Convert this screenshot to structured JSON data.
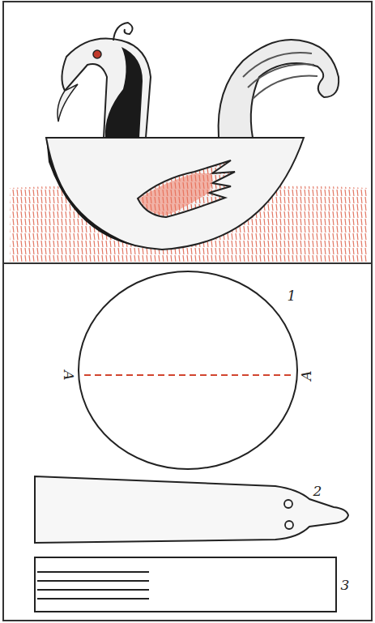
{
  "diagram": {
    "labels": [
      "1",
      "A",
      "A",
      "2",
      "3"
    ]
  }
}
